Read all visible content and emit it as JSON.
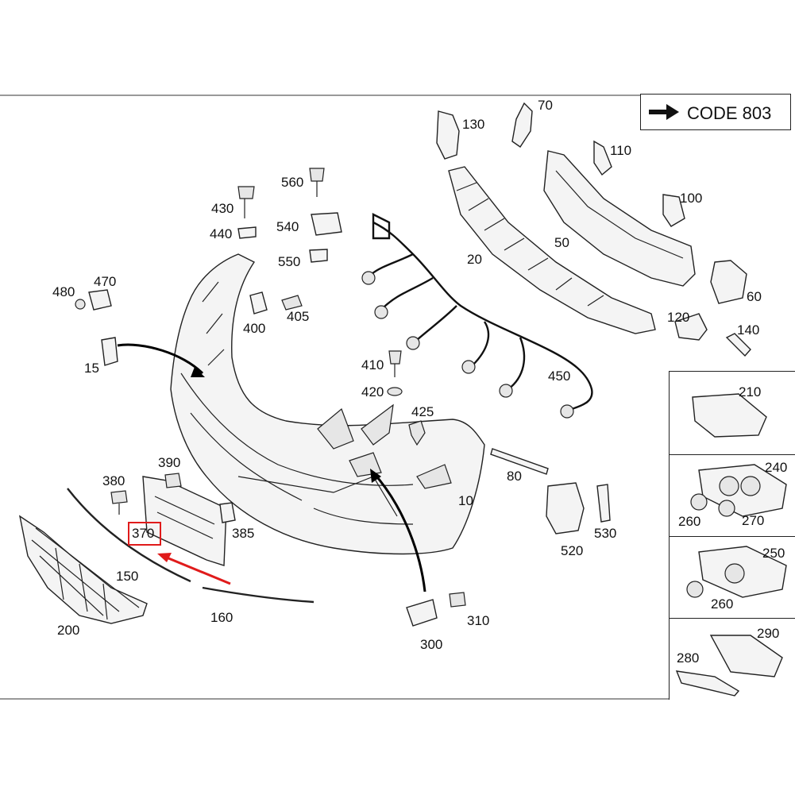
{
  "code_label": "CODE 803",
  "highlight_color": "#e01b1b",
  "highlighted_part": "370",
  "labels": {
    "p10": "10",
    "p15": "15",
    "p20": "20",
    "p50": "50",
    "p60": "60",
    "p70": "70",
    "p80": "80",
    "p100": "100",
    "p110": "110",
    "p120": "120",
    "p130": "130",
    "p140": "140",
    "p150": "150",
    "p160": "160",
    "p200": "200",
    "p300": "300",
    "p310": "310",
    "p370": "370",
    "p380": "380",
    "p385": "385",
    "p390": "390",
    "p400": "400",
    "p405": "405",
    "p410": "410",
    "p420": "420",
    "p425": "425",
    "p430": "430",
    "p440": "440",
    "p450": "450",
    "p470": "470",
    "p480": "480",
    "p520": "520",
    "p530": "530",
    "p540": "540",
    "p550": "550",
    "p560": "560",
    "p210": "210",
    "p240": "240",
    "p260a": "260",
    "p270": "270",
    "p250": "250",
    "p260b": "260",
    "p280": "280",
    "p290": "290"
  }
}
